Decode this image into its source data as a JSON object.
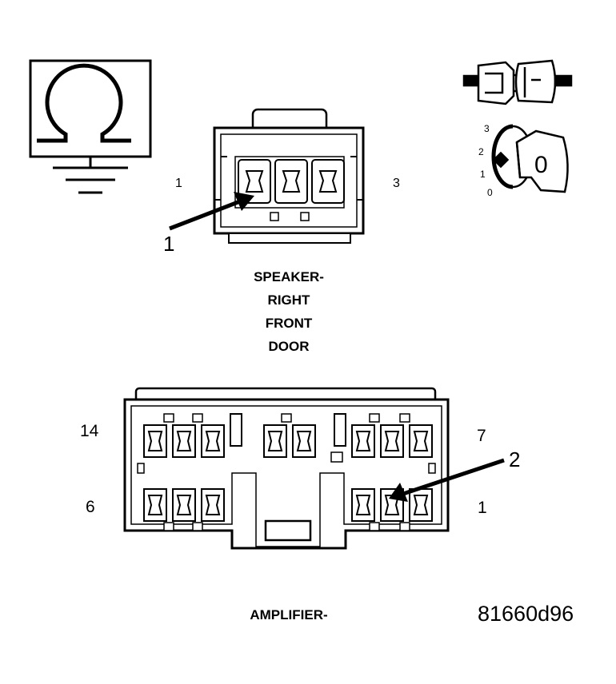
{
  "speaker_connector": {
    "pin_left": "1",
    "pin_right": "3",
    "callout": "1",
    "title_lines": [
      "SPEAKER-",
      "RIGHT",
      "FRONT",
      "DOOR"
    ]
  },
  "amplifier_connector": {
    "pin_top_left": "14",
    "pin_top_right": "7",
    "pin_bottom_left": "6",
    "pin_bottom_right": "1",
    "callout": "2",
    "title": "AMPLIFIER-"
  },
  "ignition_key": {
    "positions": [
      "3",
      "2",
      "1",
      "0"
    ],
    "key_label": "0"
  },
  "figure_id": "81660d96",
  "icons": {
    "meter": "ohmmeter-ground-icon",
    "connector": "connector-disconnected-icon",
    "key": "ignition-key-icon"
  }
}
